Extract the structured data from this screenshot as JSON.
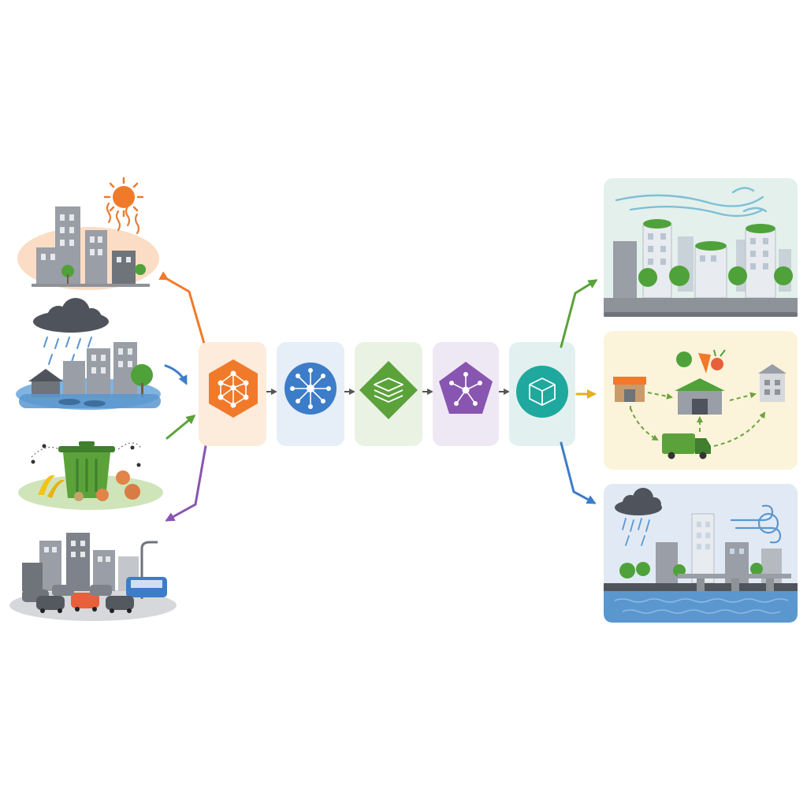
{
  "colors": {
    "orange": "#F07A2A",
    "blue": "#3D7CC9",
    "green": "#5BA23A",
    "purple": "#8855B0",
    "teal": "#1FA89E",
    "yellow": "#E2B21A",
    "arrow_gray": "#555555",
    "building_gray": "#9A9EA6",
    "tree_green": "#4FA23A",
    "water_blue": "#5B97CF"
  },
  "inputs": [
    {
      "id": "urban-heat",
      "icon": "urban-heat-island-icon",
      "arrow_color": "orange"
    },
    {
      "id": "flooding",
      "icon": "urban-flooding-icon",
      "arrow_color": "blue"
    },
    {
      "id": "waste",
      "icon": "waste-bin-icon",
      "arrow_color": "green"
    },
    {
      "id": "traffic",
      "icon": "traffic-congestion-icon",
      "arrow_color": "purple"
    }
  ],
  "pipeline": [
    {
      "id": "stage-1",
      "icon": "neural-network-hexagon-icon",
      "color": "orange",
      "tint": "#FDEBDC"
    },
    {
      "id": "stage-2",
      "icon": "hub-network-circle-icon",
      "color": "blue",
      "tint": "#E6EEF8"
    },
    {
      "id": "stage-3",
      "icon": "layers-diamond-icon",
      "color": "green",
      "tint": "#EAF2E4"
    },
    {
      "id": "stage-4",
      "icon": "network-pentagon-icon",
      "color": "purple",
      "tint": "#EEE8F4"
    },
    {
      "id": "stage-5",
      "icon": "cube-circle-icon",
      "color": "teal",
      "tint": "#E2F1EF"
    }
  ],
  "outputs": [
    {
      "id": "green-city",
      "icon": "green-rooftop-city-icon",
      "bg": "#E4F0EC",
      "arrow_color": "green"
    },
    {
      "id": "food-supply",
      "icon": "local-food-supply-chain-icon",
      "bg": "#FBF4DA",
      "arrow_color": "yellow"
    },
    {
      "id": "resilient-waterfront",
      "icon": "resilient-waterfront-icon",
      "bg": "#E1EAF4",
      "arrow_color": "blue"
    }
  ]
}
